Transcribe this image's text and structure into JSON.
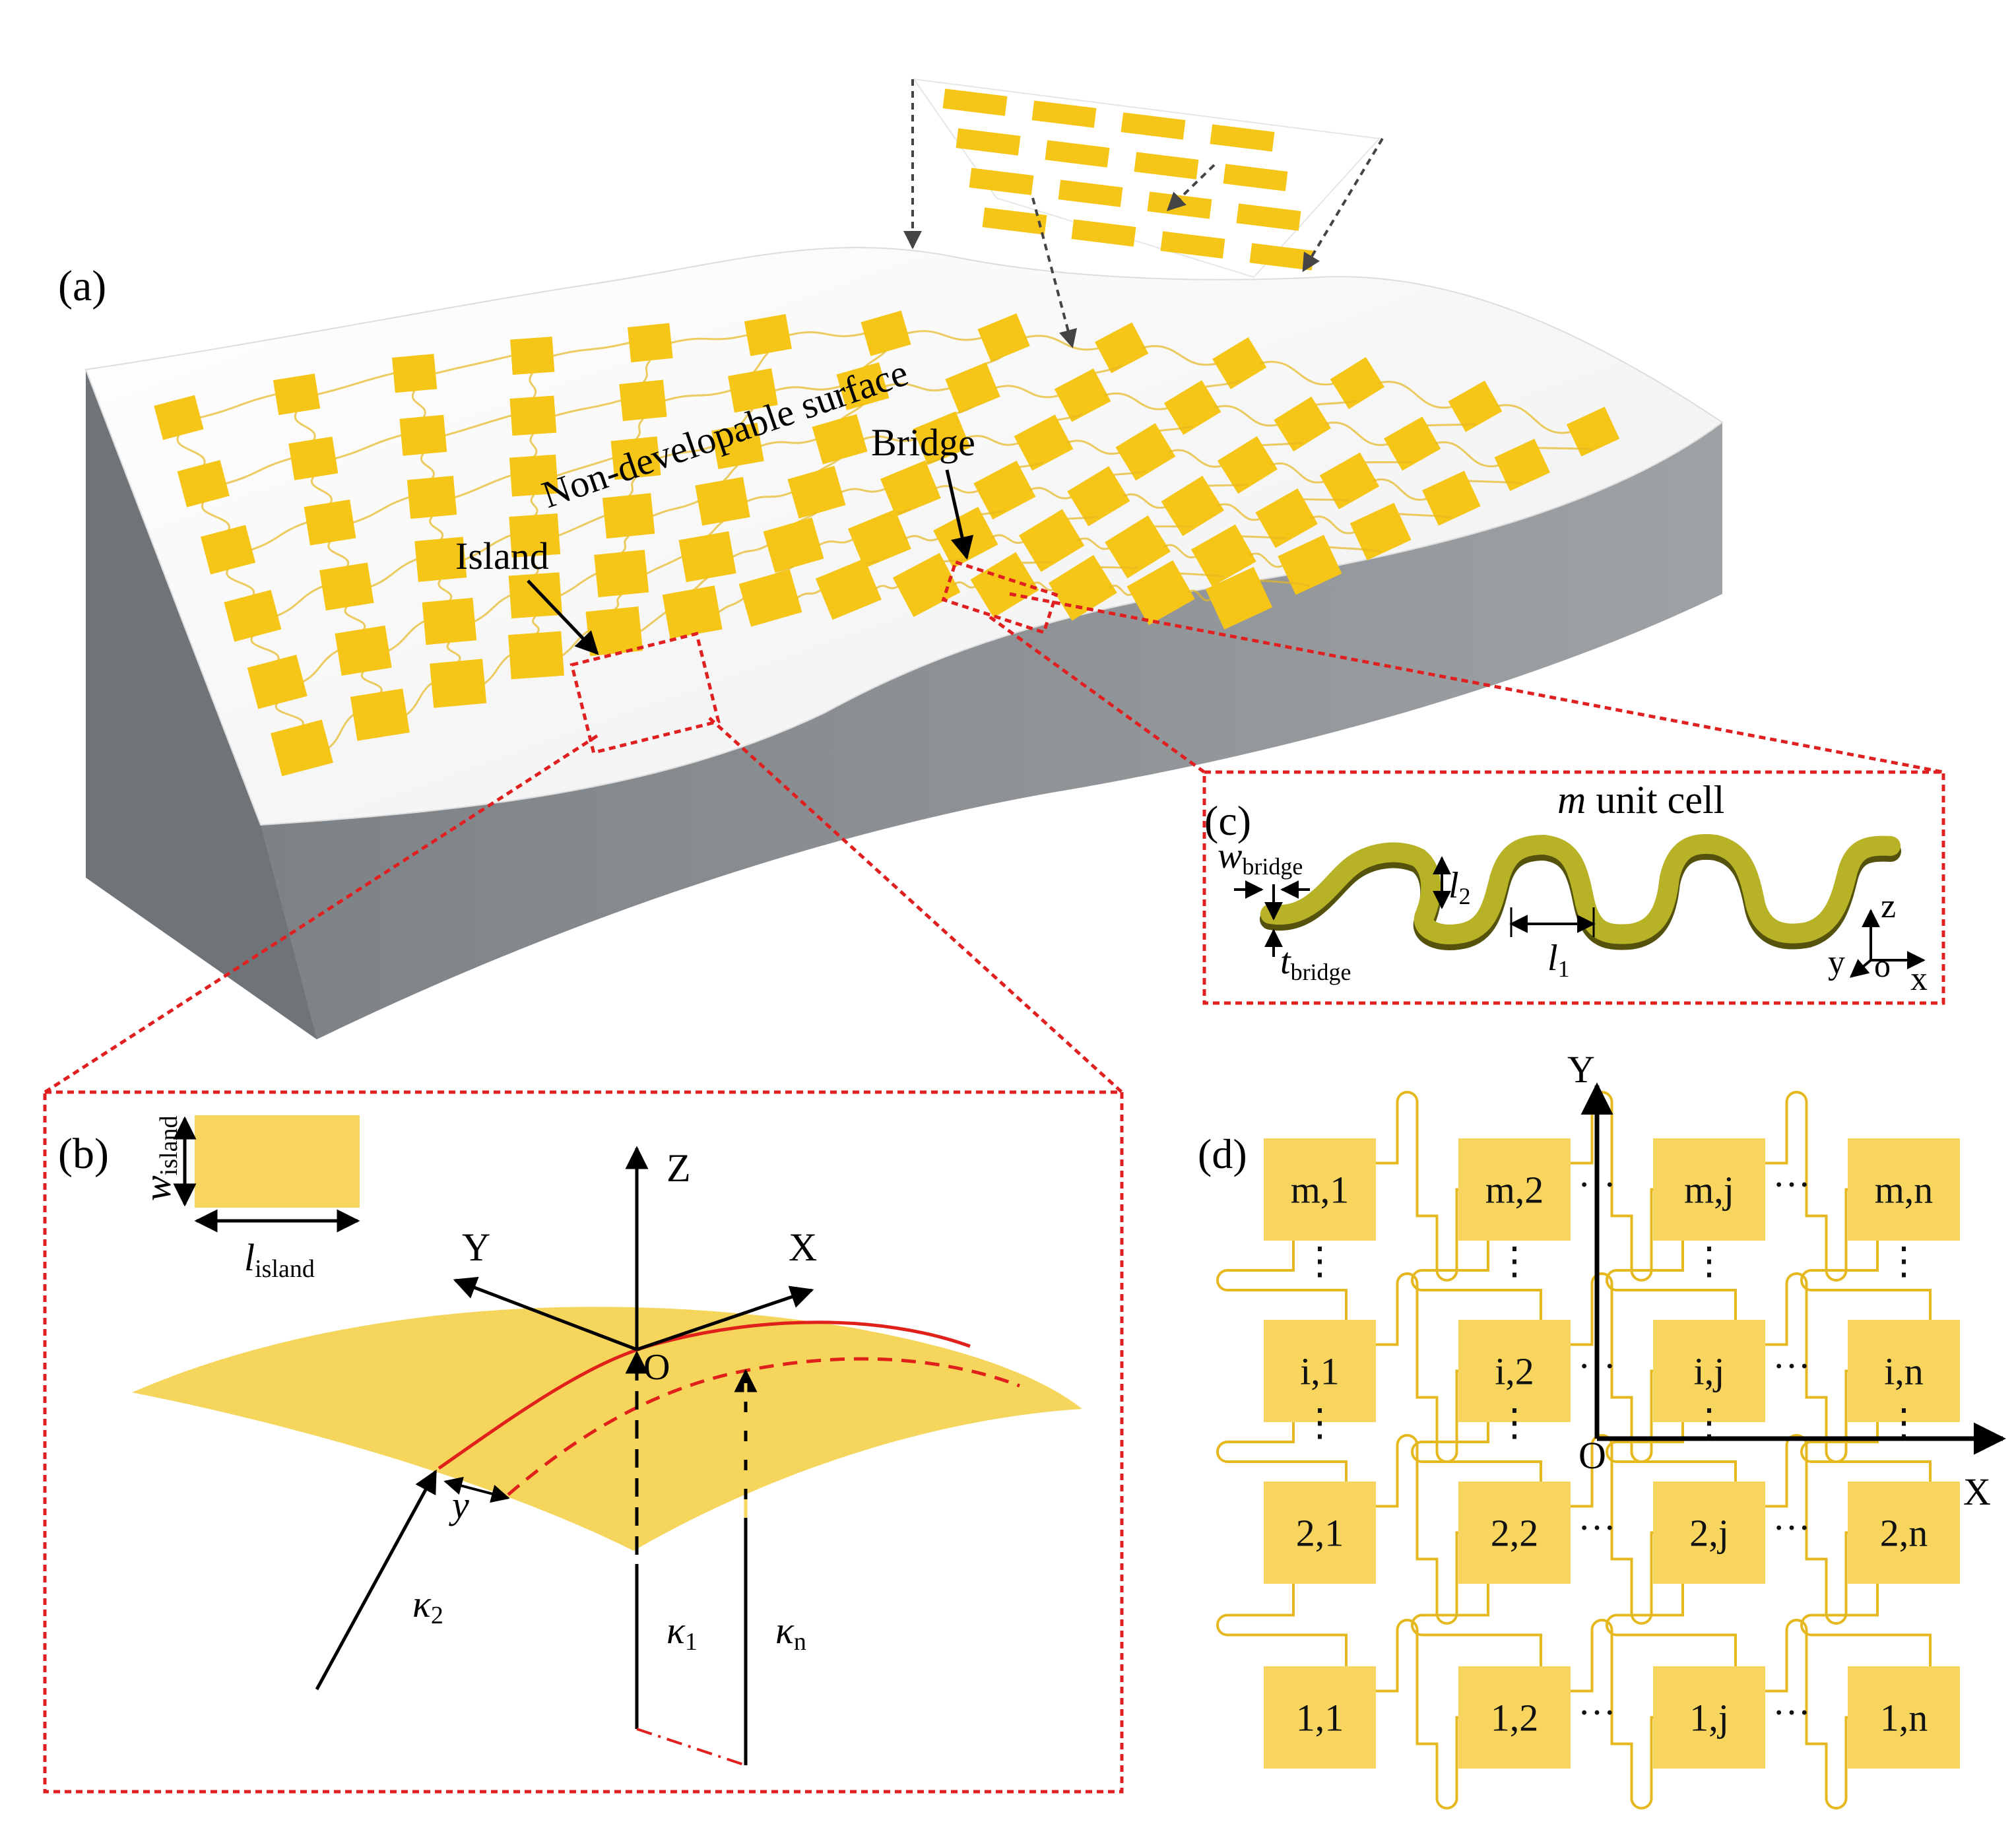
{
  "panels": {
    "a": {
      "label": "(a)",
      "surface_label": "Non-developable surface",
      "island_label": "Island",
      "bridge_label": "Bridge"
    },
    "b": {
      "label": "(b)",
      "w_sym": "w",
      "w_sub": "island",
      "l_sym": "l",
      "l_sub": "island",
      "axis_z": "Z",
      "axis_y": "Y",
      "axis_x": "X",
      "origin": "O",
      "y_label": "y",
      "k2_sym": "κ",
      "k2_sub": "2",
      "k1_sym": "κ",
      "k1_sub": "1",
      "kn_sym": "κ",
      "kn_sub": "n"
    },
    "c": {
      "label": "(c)",
      "title_italic": "m",
      "title_rest": " unit cell",
      "wb_sym": "w",
      "wb_sub": "bridge",
      "tb_sym": "t",
      "tb_sub": "bridge",
      "l2_sym": "l",
      "l2_sub": "2",
      "l1_sym": "l",
      "l1_sub": "1",
      "axis_z": "z",
      "axis_y": "y",
      "axis_o": "o",
      "axis_x": "x"
    },
    "d": {
      "label": "(d)",
      "axis_y": "Y",
      "axis_x": "X",
      "origin": "O",
      "ellipsis": "···",
      "vdots": "⋮",
      "cells": [
        [
          "m,1",
          "m,2",
          "m,j",
          "m,n"
        ],
        [
          "i,1",
          "i,2",
          "i,j",
          "i,n"
        ],
        [
          "2,1",
          "2,2",
          "2,j",
          "2,n"
        ],
        [
          "1,1",
          "1,2",
          "1,j",
          "1,n"
        ]
      ]
    }
  },
  "colors": {
    "island": "#f5c518",
    "island_light": "#fbe07a",
    "bridge": "#e6b820",
    "substrate_side": "#8b8f93",
    "zoom_box": "#e02020",
    "curve_red": "#e0201a"
  }
}
